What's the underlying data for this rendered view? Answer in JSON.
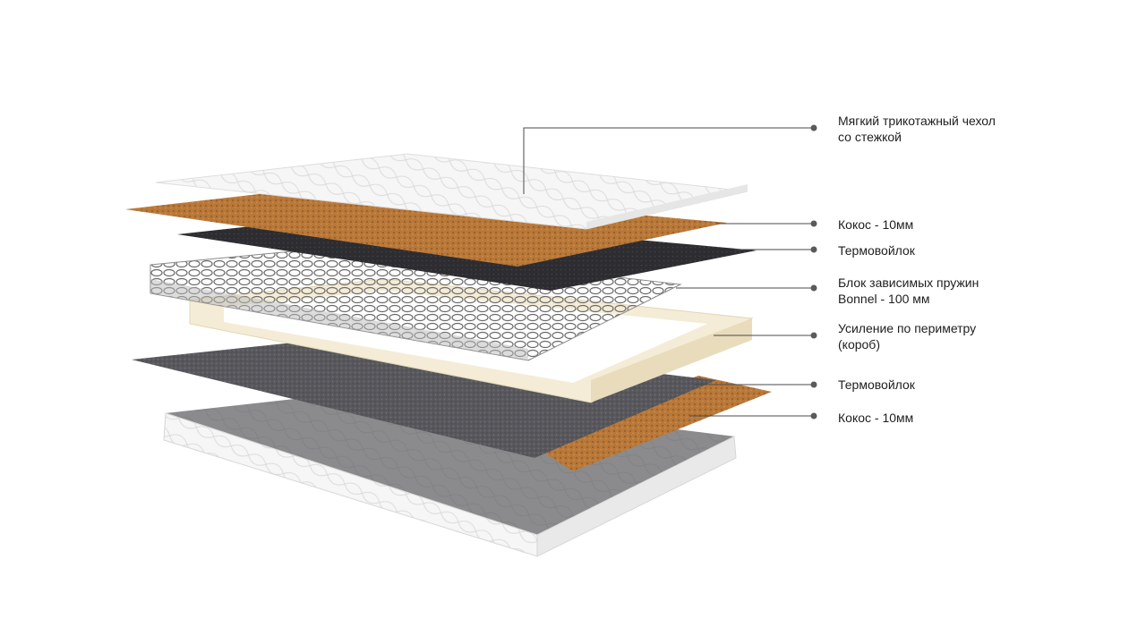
{
  "diagram": {
    "layers": [
      {
        "label": "Мягкий трикотажный чехол\nсо стежкой"
      },
      {
        "label": "Кокос - 10мм"
      },
      {
        "label": "Термовойлок"
      },
      {
        "label": "Блок зависимых пружин\nBonnel - 100 мм"
      },
      {
        "label": "Усиление по периметру\n(короб)"
      },
      {
        "label": "Термовойлок"
      },
      {
        "label": "Кокос - 10мм"
      }
    ]
  },
  "colors": {
    "leader_line": "#4a4a4a",
    "dot": "#5a5a5a",
    "coconut": "#b8773a",
    "felt": "#5b5b60",
    "frame": "#f2e9d2",
    "cover": "#f4f4f4"
  }
}
